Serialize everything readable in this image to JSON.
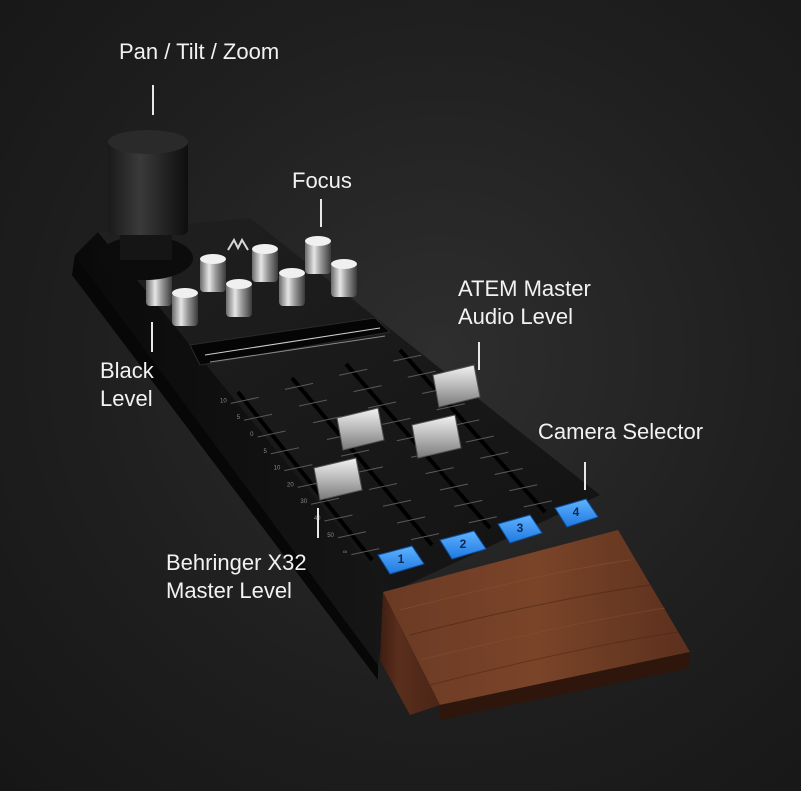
{
  "labels": {
    "pan_tilt_zoom": "Pan / Tilt / Zoom",
    "focus": "Focus",
    "black_level": [
      "Black",
      "Level"
    ],
    "atem_master_audio": [
      "ATEM Master",
      "Audio Level"
    ],
    "camera_selector": "Camera Selector",
    "behringer_master": [
      "Behringer X32",
      "Master Level"
    ]
  },
  "camera_buttons": [
    "1",
    "2",
    "3",
    "4"
  ],
  "fader_scale": [
    "10",
    "5",
    "0",
    "5",
    "10",
    "20",
    "30",
    "40",
    "50",
    "∞"
  ],
  "colors": {
    "background": "#1c1c1c",
    "body": "#101010",
    "wood": "#5a2e1c",
    "button_blue": "#2b8cf0",
    "label_text": "#f2f2f2"
  },
  "icons": {
    "brand_logo": "m-logo-icon"
  }
}
